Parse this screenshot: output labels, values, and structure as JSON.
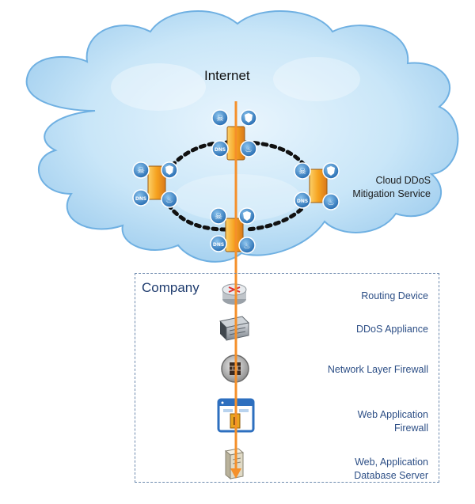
{
  "internet_label": "Internet",
  "cloud_service_label": "Cloud DDoS Mitigation Service",
  "company_label": "Company",
  "devices": [
    {
      "label": "Routing Device"
    },
    {
      "label": "DDoS Appliance"
    },
    {
      "label": "Network Layer Firewall"
    },
    {
      "label": "Web Application Firewall"
    },
    {
      "label": "Web, Application Database Server"
    }
  ],
  "colors": {
    "cloud_fill": "#bfe0f6",
    "traffic_line": "#f5902a",
    "server_orange": "#f6a21e",
    "badge_blue": "#2f7fc3",
    "box_border": "#6c89ad",
    "device_text": "#2d4f86"
  },
  "icons": {
    "badges": [
      "skull-bug-icon",
      "shield-icon",
      "dns-icon",
      "firewall-icon"
    ],
    "devices": [
      "router-icon",
      "ddos-appliance-icon",
      "firewall-disc-icon",
      "web-app-firewall-icon",
      "server-tower-icon"
    ]
  }
}
